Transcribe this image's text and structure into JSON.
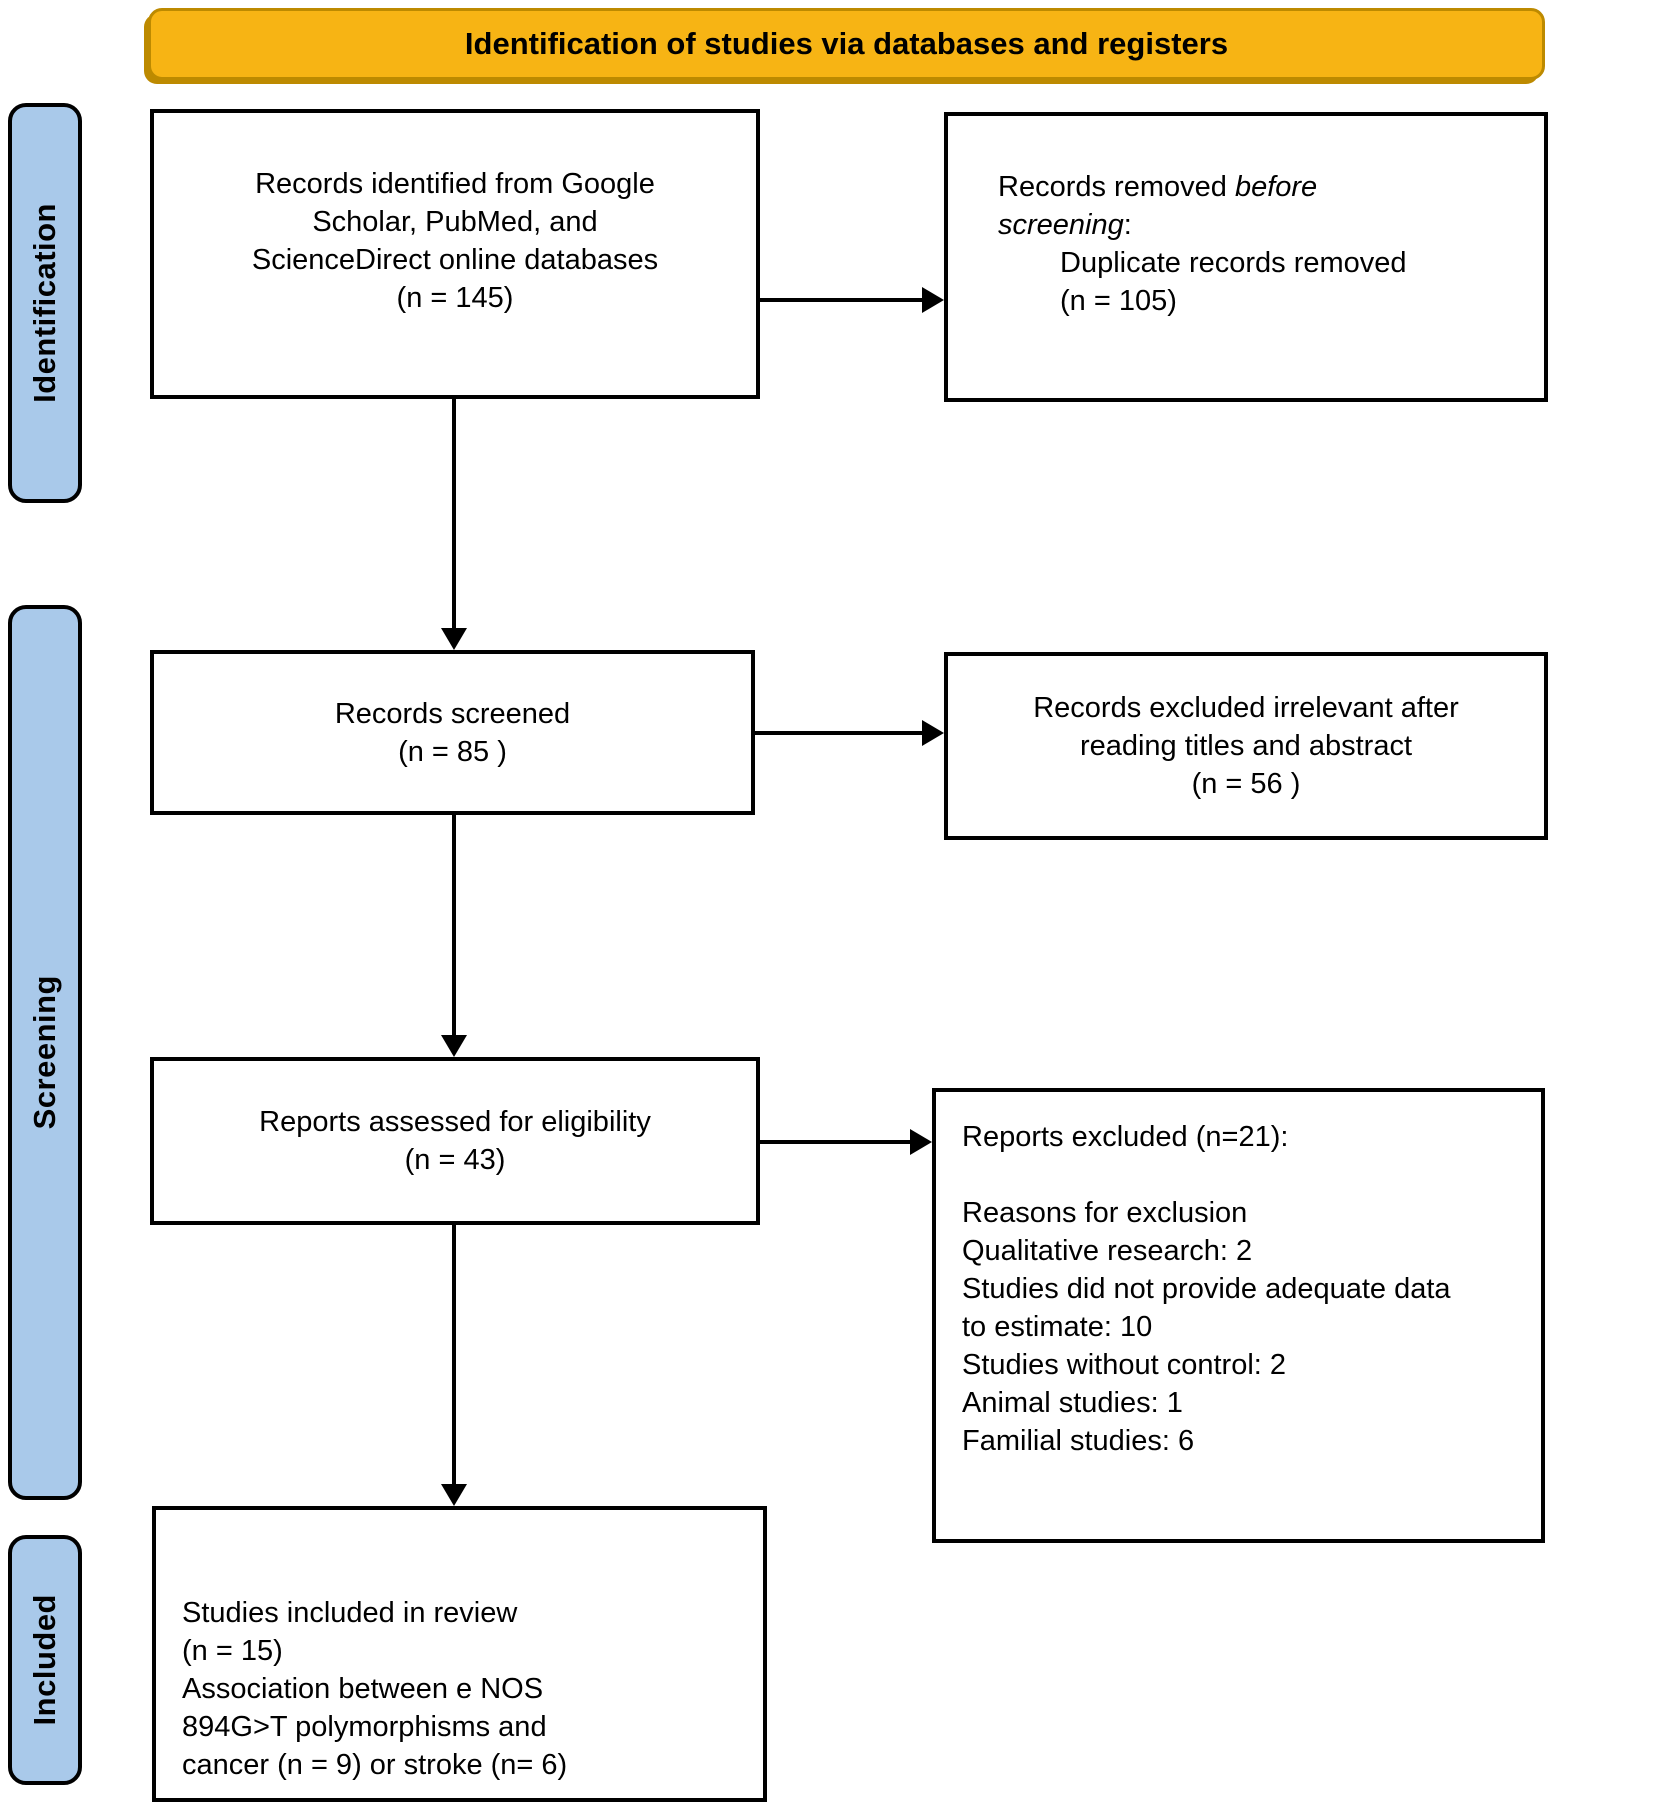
{
  "header": {
    "title": "Identification of studies via databases and registers"
  },
  "stages": [
    {
      "id": "identification",
      "label": "Identification"
    },
    {
      "id": "screening",
      "label": "Screening"
    },
    {
      "id": "included",
      "label": "Included"
    }
  ],
  "boxes": {
    "records_identified": {
      "text": "Records identified from Google\nScholar, PubMed, and\nScienceDirect online databases\n(n = 145)"
    },
    "records_removed": {
      "line1_normal": "Records removed ",
      "line1_italic": "before",
      "line2_italic": "screening",
      "line2_normal": ":",
      "details": "Duplicate records removed\n(n = 105)"
    },
    "records_screened": {
      "text": "Records screened\n(n = 85 )"
    },
    "records_excluded": {
      "text": "Records excluded irrelevant after\nreading titles and abstract\n(n = 56 )"
    },
    "reports_assessed": {
      "text": "Reports assessed for eligibility\n(n = 43)"
    },
    "reports_excluded": {
      "text": "Reports excluded (n=21):\n\nReasons for exclusion\nQualitative research: 2\nStudies did not provide adequate data\nto estimate: 10\nStudies without control: 2\nAnimal studies: 1\nFamilial studies: 6"
    },
    "studies_included": {
      "text": "Studies included in review\n(n = 15)\nAssociation between e NOS\n894G>T polymorphisms and\ncancer (n = 9) or stroke (n= 6)"
    }
  },
  "colors": {
    "header_bg": "#F7B414",
    "header_border": "#BD8A00",
    "stage_bg": "#A9C9EA",
    "stage_border": "#000000",
    "box_border": "#000000",
    "arrow": "#000000"
  }
}
